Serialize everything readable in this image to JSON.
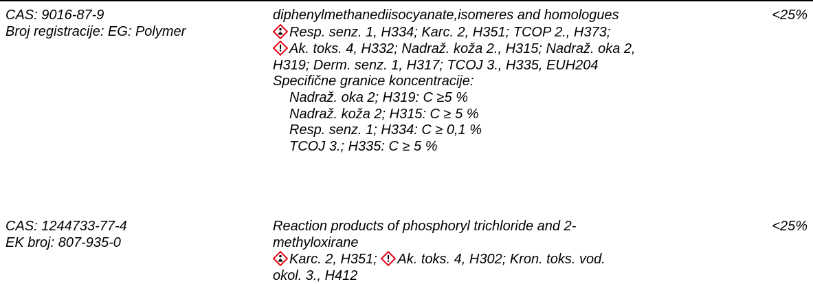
{
  "substances": [
    {
      "cas": "CAS: 9016-87-9",
      "registration": "Broj registracije: EG: Polymer",
      "name": "diphenylmethanediisocyanate,isomeres and homologues",
      "concentration": "<25%",
      "classification_lines": [
        "Resp. senz. 1, H334; Karc. 2, H351; TCOP 2., H373;",
        "Ak. toks. 4, H332; Nadraž. koža 2., H315; Nadraž. oka 2,",
        "H319; Derm. senz. 1, H317; TCOJ 3., H335, EUH204"
      ],
      "scl_heading": "Specifične granice koncentracije:",
      "scl_items": [
        "Nadraž. oka 2; H319: C ≥5 %",
        "Nadraž. koža 2; H315: C ≥ 5 %",
        "Resp. senz. 1; H334: C ≥ 0,1 %",
        "TCOJ 3.; H335: C ≥ 5 %"
      ],
      "pictograms": [
        "health-hazard-icon",
        "exclamation-mark-icon"
      ]
    },
    {
      "cas": "CAS: 1244733-77-4",
      "registration": "EK broj: 807-935-0",
      "name_lines": [
        "Reaction products of phosphoryl trichloride and 2-",
        "methyloxirane"
      ],
      "concentration": "<25%",
      "classification_part1": "Karc. 2, H351;",
      "classification_part2": "Ak. toks. 4, H302; Kron. toks. vod.",
      "classification_line2": "okol. 3., H412",
      "pictograms": [
        "health-hazard-icon",
        "exclamation-mark-icon"
      ]
    }
  ],
  "colors": {
    "ghs_border": "#e30613",
    "text": "#000000"
  }
}
